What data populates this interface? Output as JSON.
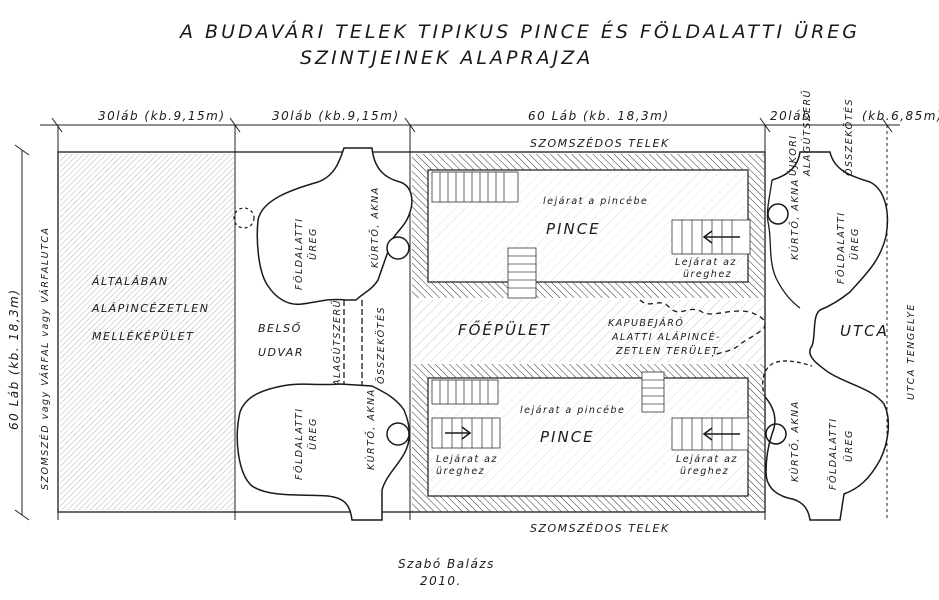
{
  "title": {
    "line1": "A BUDAVÁRI TELEK TIPIKUS PINCE ÉS FÖLDALATTI ÜREG",
    "line2": "SZINTJEINEK ALAPRAJZA"
  },
  "dimensions": {
    "d1": "30láb (kb.9,15m)",
    "d2": "30láb (kb.9,15m)",
    "d3": "60 Láb (kb. 18,3m)",
    "d4": "20láb",
    "d4b": "(kb.6,85m)",
    "left_vertical": "60 Láb (kb. 18,3m)"
  },
  "labels": {
    "left_street": "SZOMSZÉD vagy VÁRFAL vagy VÁRFALUTCA",
    "right_street": "UTCA TENGELYE",
    "neighbor_top": "SZOMSZÉDOS TELEK",
    "neighbor_bottom": "SZOMSZÉDOS TELEK",
    "outbuilding": [
      "ÁLTALÁBAN",
      "ALÁPINCÉZETLEN",
      "MELLÉKÉPÜLET"
    ],
    "courtyard": [
      "BELSŐ",
      "UDVAR"
    ],
    "main_building": "FŐÉPÜLET",
    "street": "UTCA",
    "cellar": "PINCE",
    "descent_cellar": "lejárat a pincébe",
    "descent_cavity": [
      "Lejárat az",
      "üreghez"
    ],
    "cavity": [
      "FÖLDALATTI",
      "ÜREG"
    ],
    "well": "KÚRTŐ, AKNA",
    "tunnel": "ALAGÚTSZERŰ",
    "connection": "ÖSSZEKÖTÉS",
    "tunnel_top": [
      "ÚJKORI",
      "ALAGÚTSZERŰ"
    ],
    "gate": [
      "KAPUBEJÁRÓ",
      "ALATTI ALÁPINCÉ-",
      "ZETLEN TERÜLET"
    ]
  },
  "signature": {
    "name": "Szabó Balázs",
    "year": "2010."
  }
}
